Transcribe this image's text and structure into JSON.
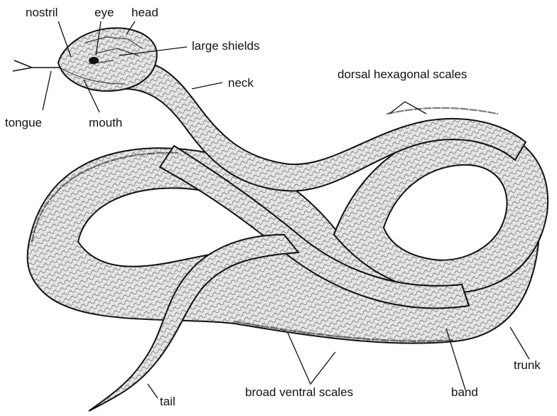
{
  "labels": {
    "nostril": "nostril",
    "eye": "eye",
    "head": "head",
    "large_shields": "large shields",
    "neck": "neck",
    "dorsal_hexagonal_scales": "dorsal hexagonal scales",
    "tongue": "tongue",
    "mouth": "mouth",
    "trunk": "trunk",
    "tail": "tail",
    "broad_ventral_scales": "broad ventral scales",
    "band": "band"
  }
}
